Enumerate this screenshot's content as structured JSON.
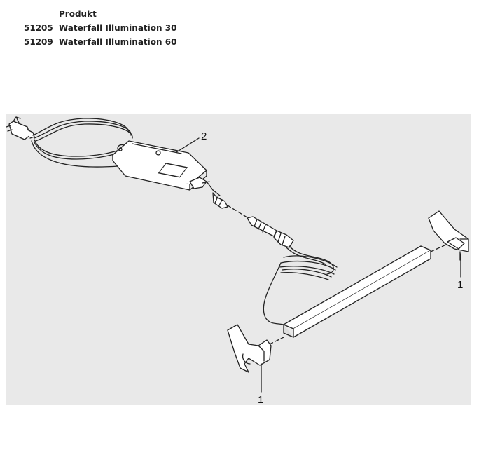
{
  "header": {
    "column_title": "Produkt",
    "products": [
      {
        "number": "51205",
        "name": "Waterfall Illumination 30"
      },
      {
        "number": "51209",
        "name": "Waterfall Illumination 60"
      }
    ]
  },
  "figure": {
    "callouts": {
      "transformer": "2",
      "bracket_right": "1",
      "bracket_left": "1"
    }
  }
}
